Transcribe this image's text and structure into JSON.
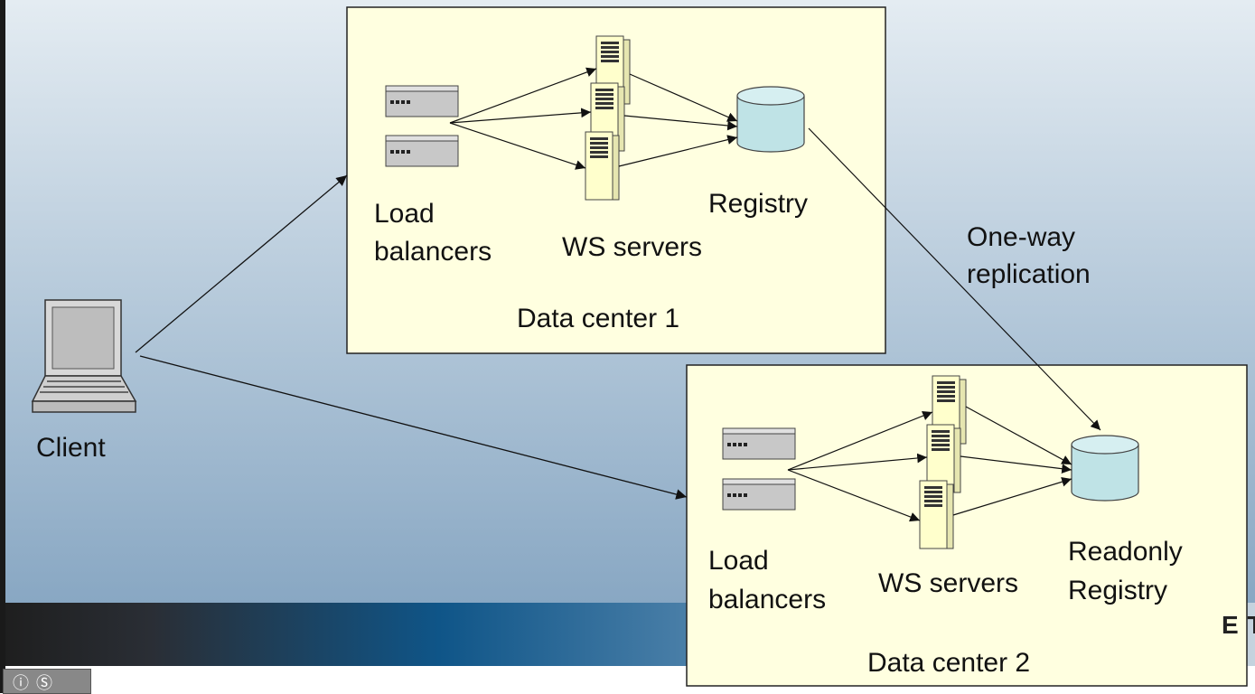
{
  "client": {
    "label": "Client"
  },
  "dc1": {
    "caption": "Data center 1",
    "lb_label_1": "Load",
    "lb_label_2": "balancers",
    "ws_label": "WS servers",
    "registry_label": "Registry"
  },
  "dc2": {
    "caption": "Data center 2",
    "lb_label_1": "Load",
    "lb_label_2": "balancers",
    "ws_label": "WS servers",
    "registry_label_1": "Readonly",
    "registry_label_2": "Registry"
  },
  "replication": {
    "line1": "One-way",
    "line2": "replication"
  },
  "footer": {
    "brand_fragment": "E T",
    "license_icons": "cc-by-sa"
  },
  "colors": {
    "box_fill": "#ffffe0",
    "registry_fill": "#bfe3e6",
    "server_fill": "#ffffcc",
    "lb_fill": "#c8c8c8"
  }
}
